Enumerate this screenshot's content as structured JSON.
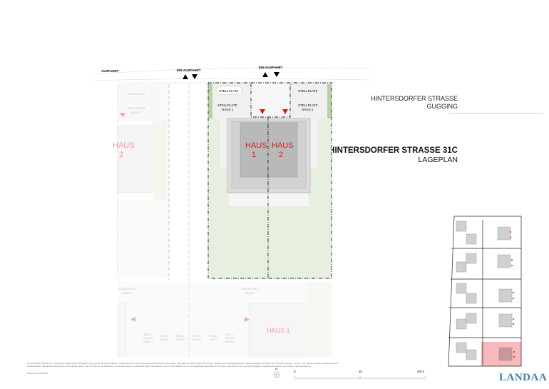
{
  "header": {
    "street": "HINTERSDORFER STRASSE",
    "town": "GUGGING",
    "project": "HINTERSDORFER STRASSE 31C",
    "subtitle": "LAGEPLAN"
  },
  "plan": {
    "road_labels": {
      "exit": "AUSFAHRT",
      "entry_exit_1": "EIN-AUSFAHRT",
      "entry_exit_2": "EIN-AUSFAHRT"
    },
    "parking": {
      "p1": "STELLPLATZ",
      "p2_l1": "STELLPLATZ",
      "p2_l2": "HAUS 1",
      "p3": "STELLPLATZ",
      "p4_l1": "STELLPLATZ",
      "p4_l2": "HAUS 2",
      "faded_p1": "STELLPLATZ",
      "faded_p2_l1": "STELLPLATZ",
      "faded_p2_l2": "HAUS 2",
      "lower_p1_l1": "STELLPLATZ",
      "lower_p1_l2": "HAUS 1",
      "lower_p2_l1": "STELLPLATZ",
      "lower_p2_l2": "HAUS 1",
      "lower_row": [
        {
          "l1": "STELL-",
          "l2": "PLATZ",
          "l3": "HAUS 2"
        },
        {
          "l1": "STELL-",
          "l2": "PLATZ",
          "l3": ""
        },
        {
          "l1": "STELL-",
          "l2": "PLATZ",
          "l3": ""
        },
        {
          "l1": "STELL-",
          "l2": "PLATZ",
          "l3": ""
        },
        {
          "l1": "STELL-",
          "l2": "PLATZ",
          "l3": ""
        },
        {
          "l1": "STELL-",
          "l2": "PLATZ",
          "l3": "HAUS 2"
        }
      ]
    },
    "houses": {
      "h1_l1": "HAUS",
      "h1_l2": "1",
      "h2_l1": "HAUS",
      "h2_l2": "2",
      "left_l1": "HAUS",
      "left_l2": "2",
      "lower": "HAUS 1"
    },
    "north": "N",
    "scale": {
      "s0": "0",
      "s10": "10",
      "s20": "20 m"
    }
  },
  "footer": {
    "disclaimer": "Unverbindliche Planskizze. Änderungen während der Bauausführung, infolge Behördenauflagen, haustechnischer und konstruktiver Maßnahmen vorbehalten. Alle Maße am Plan sind in Zentimeter. Tabellen und Dunstgangsbreiten. Flächenangaben beziehen sich auf FOK. Längen-, Höhen- und Flächenangaben entsprechen den Rohbaumaßen. Bauübliche Toleranzen sind zulässig. Dieser Plan ist nicht für die Bestellung von Einbaumöbeln verwendbar. Bitte Naturmasse nehmen. Die Möblierung ist nur beispielhaft dargestellt und ist nicht Gegenstand des Leistungsumfanges. Abgehängte Decken und Poterien nach Erfordernis.",
    "date": "Planstand 22.08.2022"
  },
  "brand": {
    "logo": "LANDAA"
  },
  "colors": {
    "accent_red": "#e0161b",
    "brand_blue": "#3b7fb9",
    "highlight": "#f7b9b9",
    "lawn": "#e4eedd"
  }
}
